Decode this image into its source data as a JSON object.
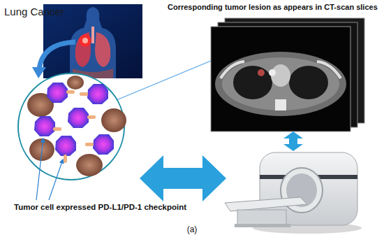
{
  "diagram": {
    "labels": [
      "Lung Cancer",
      "Corresponding tumor lesion as appears in CT-scan slices",
      "Tumor cell expressed PD-L1/PD-1 checkpoint",
      "(a)"
    ]
  }
}
